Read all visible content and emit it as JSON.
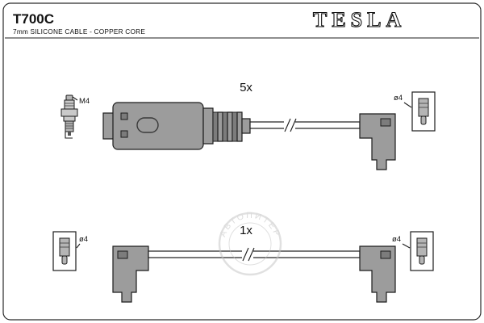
{
  "header": {
    "part_number": "T700C",
    "subtitle": "7mm SILICONE CABLE - COPPER CORE",
    "brand": "TESLA"
  },
  "top_assembly": {
    "quantity": "5x",
    "plug_thread_label": "M4",
    "terminal_diameter_label": "ø4"
  },
  "bottom_assembly": {
    "quantity": "1x",
    "left_terminal_diameter_label": "ø4",
    "right_terminal_diameter_label": "ø4"
  },
  "watermark": {
    "text": "АВТОПИТЕР"
  },
  "colors": {
    "connector_gray": "#9c9c9c",
    "outline": "#1c1c1c",
    "watermark_gray": "#c4c4c4"
  }
}
